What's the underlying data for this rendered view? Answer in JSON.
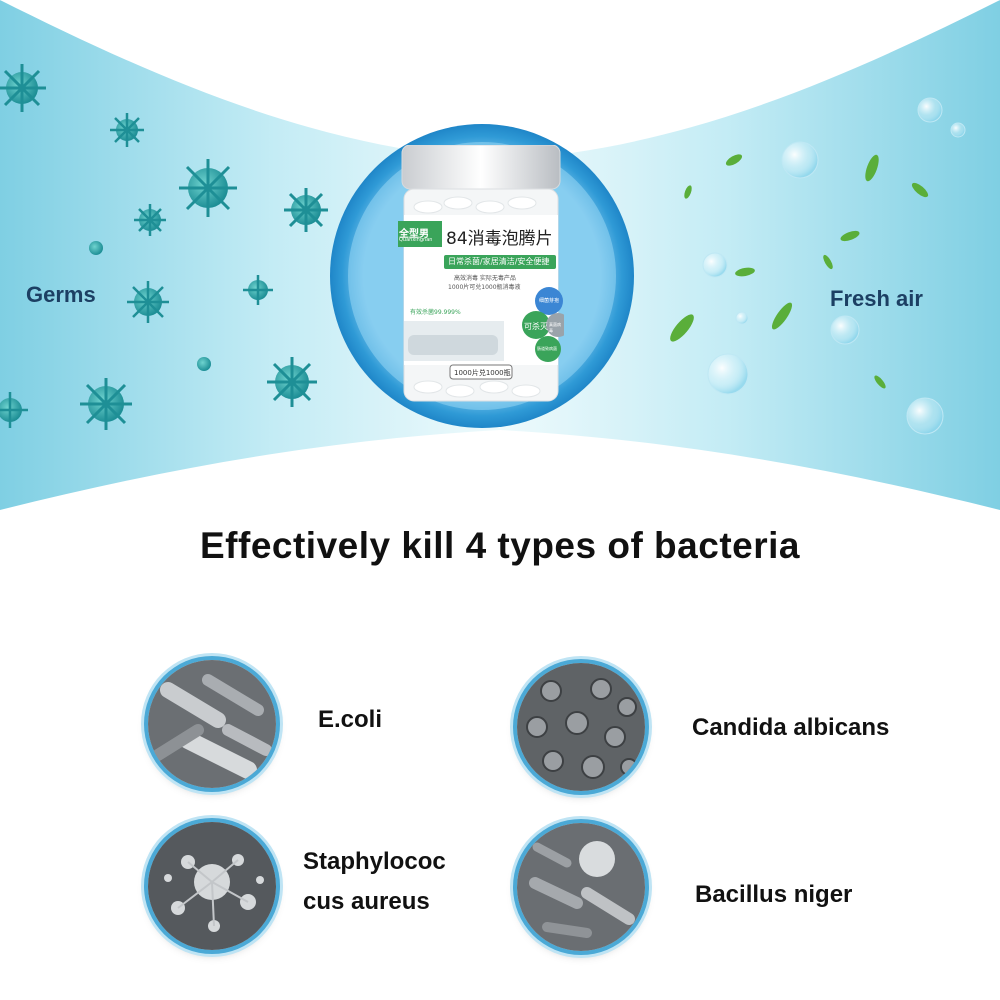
{
  "hero": {
    "left_label": "Germs",
    "right_label": "Fresh air",
    "colors": {
      "sky": "#8fd3e6",
      "sky_light": "#e9f8fb",
      "ring": "#2f9ad6",
      "virus": "#2ba6a8",
      "leaf": "#5aae3a"
    }
  },
  "product": {
    "brand": "全型男",
    "brand_sub": "Quanxingnan",
    "title": "84消毒泡腾片",
    "tagline": "日常杀菌/家居清洁/安全便捷",
    "desc_1": "高效消毒 实际无毒产品",
    "desc_2": "1000片可兑1000瓶消毒液",
    "rate": "有效杀菌99.999%",
    "badge_blue": "细菌芽孢",
    "badge_green": "可杀灭",
    "badge_grey": "真菌病毒",
    "badge_green2": "肠道致病菌",
    "count": "1000片兑1000瓶"
  },
  "headline": "Effectively kill 4 types of bacteria",
  "bacteria": [
    {
      "name": "E.coli",
      "icon": "rod-bacteria-icon"
    },
    {
      "name": "Candida albicans",
      "icon": "yeast-cells-icon"
    },
    {
      "name_line1": "Staphylococ",
      "name_line2": "cus aureus",
      "icon": "cocci-cluster-icon"
    },
    {
      "name": "Bacillus niger",
      "icon": "bacillus-spores-icon"
    }
  ]
}
